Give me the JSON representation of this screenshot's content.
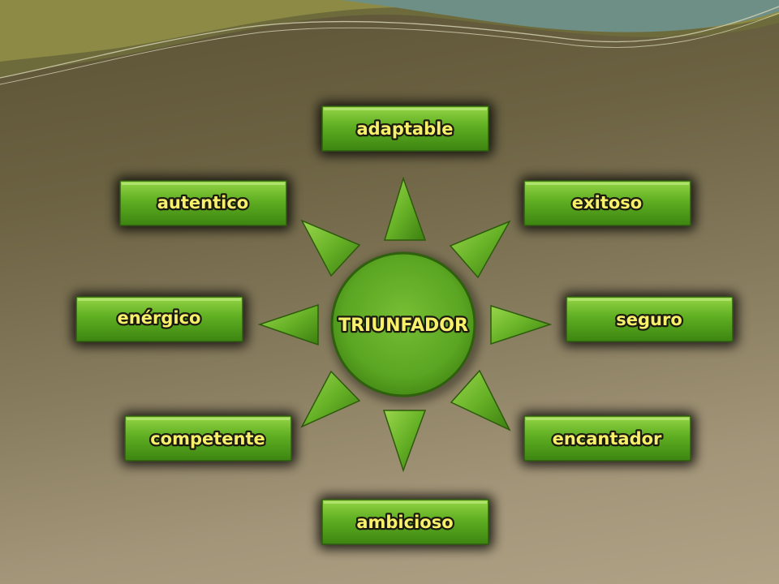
{
  "center": {
    "label": "TRIUNFADOR"
  },
  "nodes": [
    {
      "id": "adaptable",
      "label": "adaptable"
    },
    {
      "id": "exitoso",
      "label": "exitoso"
    },
    {
      "id": "seguro",
      "label": "seguro"
    },
    {
      "id": "encantador",
      "label": "encantador"
    },
    {
      "id": "ambicioso",
      "label": "ambicioso"
    },
    {
      "id": "competente",
      "label": "competente"
    },
    {
      "id": "energico",
      "label": "enérgico"
    },
    {
      "id": "autentico",
      "label": "autentico"
    }
  ],
  "colors": {
    "box_top": "#8fd43c",
    "box_bottom": "#3f8a12",
    "label_text": "#f6f06a",
    "label_outline": "#1b1b10",
    "sun_light": "#7fc63a",
    "sun_dark": "#4c9117"
  }
}
